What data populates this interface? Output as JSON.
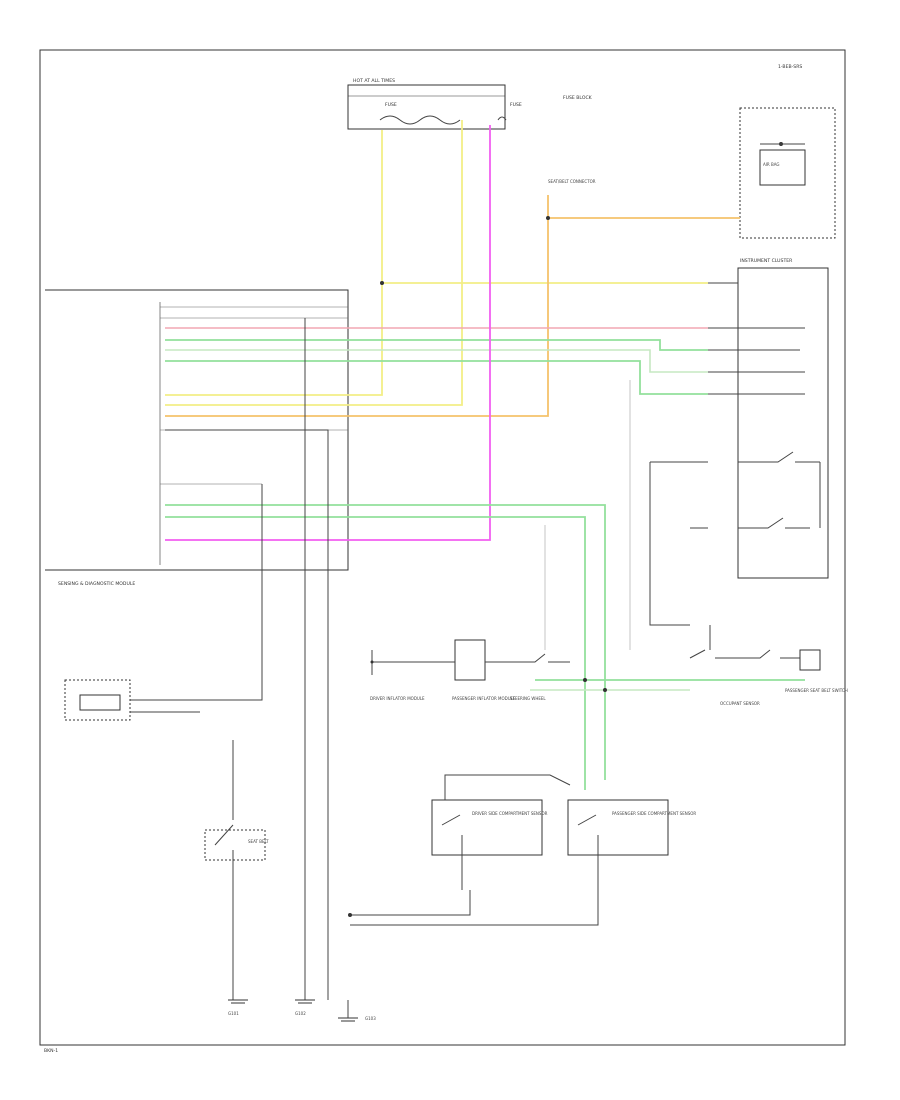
{
  "diagram": {
    "page_ref": "1-BEB-SRS",
    "footer": "BKN-1",
    "fuse_block": {
      "title": "HOT AT ALL TIMES",
      "left_label": "FUSE",
      "right_label": "FUSE",
      "side_label": "FUSE BLOCK"
    },
    "instrument_cluster": "INSTRUMENT CLUSTER",
    "srs_module": "SENSING & DIAGNOSTIC MODULE",
    "battery_junction": "SEAT/BELT CONNECTOR",
    "lamp_label": "AIR BAG",
    "switches": {
      "upper": "STEERING WHEEL",
      "lower": "SEAT BELT"
    },
    "driver_sensor": "DRIVER SIDE COMPARTMENT SENSOR",
    "passenger_sensor": "PASSENGER SIDE COMPARTMENT SENSOR",
    "inflator_left": "DRIVER INFLATOR MODULE",
    "inflator_mid": "PASSENGER INFLATOR MODULE",
    "inflator_right": "PASSENGER SEAT BELT SWITCH",
    "occupant_sensor": "OCCUPANT SENSOR",
    "grounds": {
      "g1": "G101",
      "g2": "G102",
      "g3": "G103"
    },
    "wire_colors": {
      "yellow": "#f3ee86",
      "orange": "#f5c26b",
      "pink": "#f2a7b3",
      "green": "#93e09c",
      "magenta": "#f25ff0",
      "black": "#444444"
    }
  }
}
